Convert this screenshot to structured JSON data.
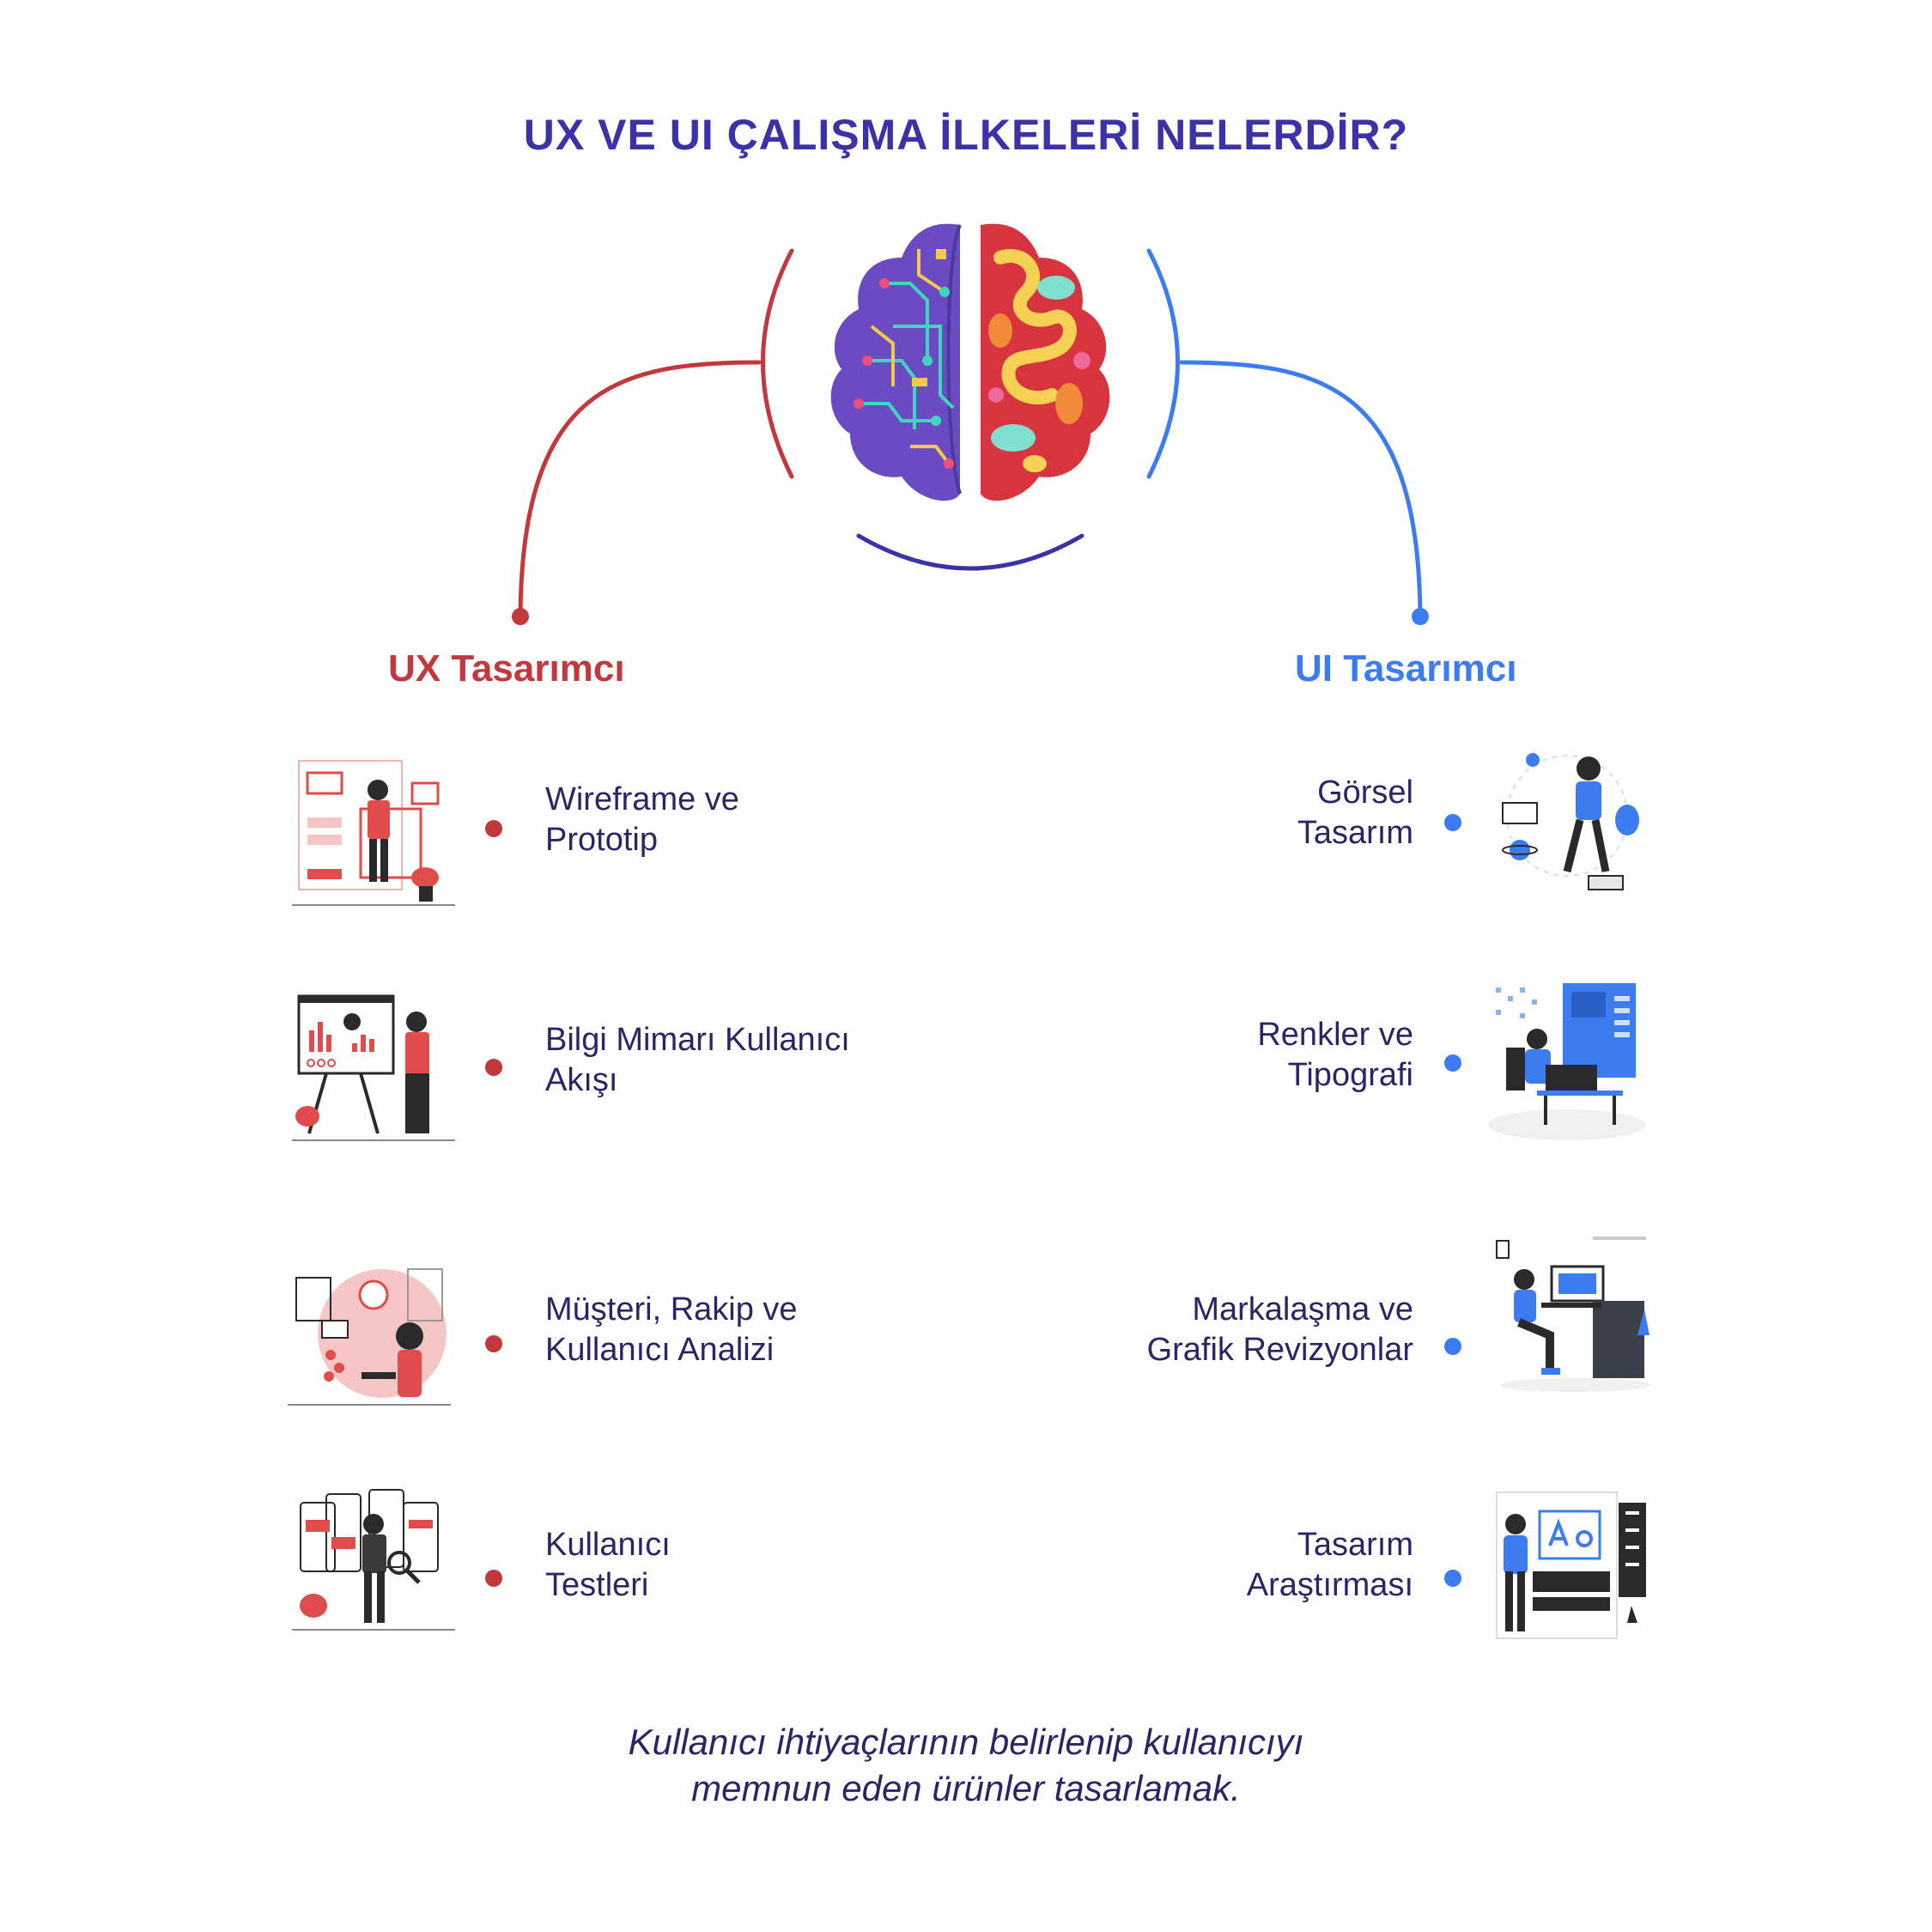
{
  "title": "UX VE UI ÇALIŞMA İLKELERİ NELERDİR?",
  "colors": {
    "title": "#3a32a6",
    "ux": "#c2393d",
    "ui": "#3d7cf0",
    "text": "#2a2566",
    "brain_left": "#6a4bc4",
    "brain_right": "#d8343f"
  },
  "brain": {
    "icon": "brain-icon"
  },
  "ux": {
    "heading": "UX Tasarımcı",
    "items": [
      {
        "line1": "Wireframe ve",
        "line2": "Prototip",
        "icon": "wireframe-illustration"
      },
      {
        "line1": "Bilgi Mimarı Kullanıcı",
        "line2": "Akışı",
        "icon": "presentation-illustration"
      },
      {
        "line1": "Müşteri, Rakip ve",
        "line2": "Kullanıcı Analizi",
        "icon": "analysis-illustration"
      },
      {
        "line1": "Kullanıcı",
        "line2": "Testleri",
        "icon": "testing-illustration"
      }
    ]
  },
  "ui": {
    "heading": "UI Tasarımcı",
    "items": [
      {
        "line1": "Görsel",
        "line2": "Tasarım",
        "icon": "visual-design-illustration"
      },
      {
        "line1": "Renkler ve",
        "line2": "Tipografi",
        "icon": "typography-illustration"
      },
      {
        "line1": "Markalaşma ve",
        "line2": "Grafik Revizyonlar",
        "icon": "branding-illustration"
      },
      {
        "line1": "Tasarım",
        "line2": "Araştırması",
        "icon": "design-research-illustration"
      }
    ]
  },
  "footer": {
    "line1": "Kullanıcı ihtiyaçlarının belirlenip kullanıcıyı",
    "line2": "memnun eden ürünler tasarlamak."
  }
}
